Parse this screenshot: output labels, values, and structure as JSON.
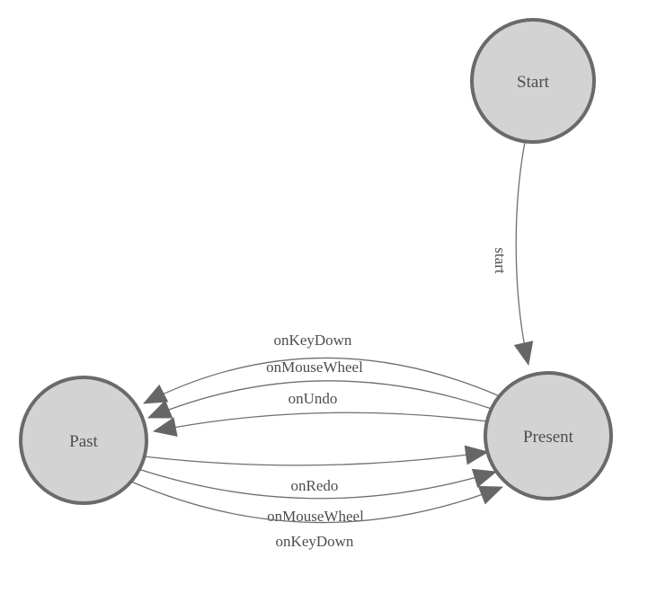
{
  "diagram": {
    "type": "state-machine",
    "background": "#ffffff",
    "colors": {
      "background": "#ffffff",
      "node_fill": "#d3d3d3",
      "node_stroke": "#6a6a6a",
      "edge_line": "#6f6f6f",
      "arrow_fill": "#666666",
      "label_text": "#4d4d4d"
    },
    "nodes": [
      {
        "id": "start",
        "label": "Start"
      },
      {
        "id": "past",
        "label": "Past"
      },
      {
        "id": "present",
        "label": "Present"
      }
    ],
    "edges": [
      {
        "from": "Start",
        "to": "Present",
        "label": "start"
      },
      {
        "from": "Present",
        "to": "Past",
        "label": "onKeyDown"
      },
      {
        "from": "Present",
        "to": "Past",
        "label": "onMouseWheel"
      },
      {
        "from": "Present",
        "to": "Past",
        "label": "onUndo"
      },
      {
        "from": "Past",
        "to": "Present",
        "label": "onRedo"
      },
      {
        "from": "Past",
        "to": "Present",
        "label": "onMouseWheel"
      },
      {
        "from": "Past",
        "to": "Present",
        "label": "onKeyDown"
      }
    ]
  }
}
